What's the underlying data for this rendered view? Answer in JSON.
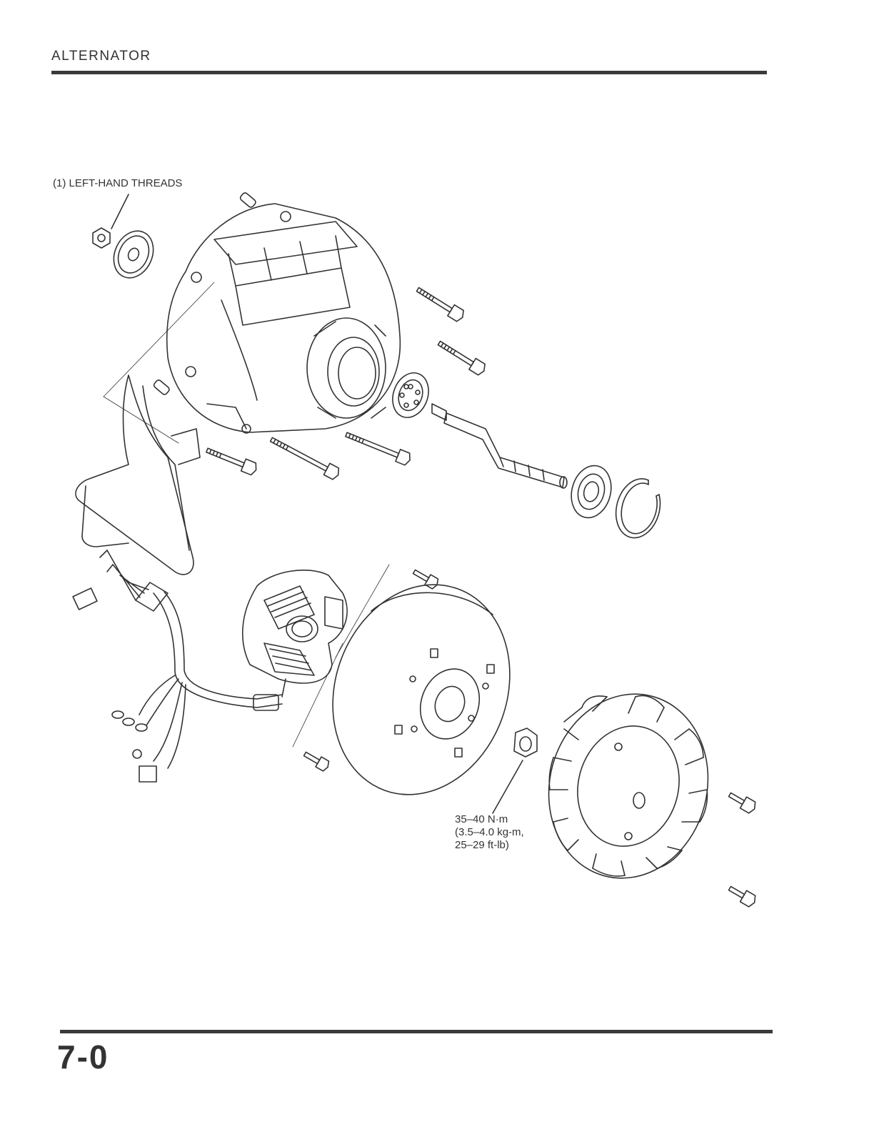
{
  "header": {
    "title": "ALTERNATOR"
  },
  "callouts": {
    "left_hand_threads": "(1) LEFT-HAND THREADS",
    "torque": [
      "35–40 N·m",
      "(3.5–4.0 kg-m,",
      "25–29 ft-lb)"
    ]
  },
  "footer": {
    "page_number": "7-0"
  },
  "colors": {
    "ink": "#333333",
    "rule": "#3a3a3a",
    "paper": "#ffffff"
  }
}
